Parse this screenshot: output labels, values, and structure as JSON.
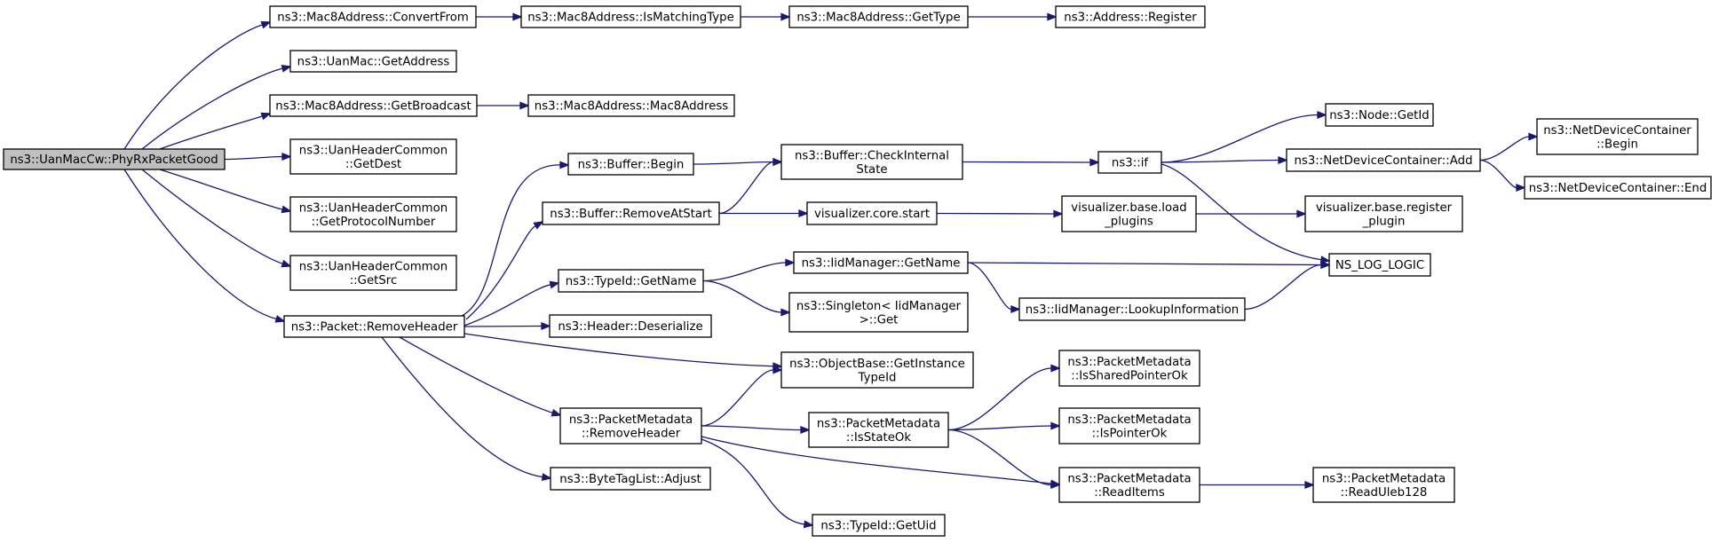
{
  "colors": {
    "edge": "#191970",
    "root_fill": "#bfbfbf",
    "node_fill": "#ffffff",
    "node_stroke": "#000000"
  },
  "nodes": {
    "n0": {
      "lines": [
        "ns3::UanMacCw::PhyRxPacketGood"
      ],
      "root": true
    },
    "n1": {
      "lines": [
        "ns3::Mac8Address::ConvertFrom"
      ]
    },
    "n2": {
      "lines": [
        "ns3::Mac8Address::IsMatchingType"
      ]
    },
    "n3": {
      "lines": [
        "ns3::Mac8Address::GetType"
      ]
    },
    "n4": {
      "lines": [
        "ns3::Address::Register"
      ]
    },
    "n5": {
      "lines": [
        "ns3::UanMac::GetAddress"
      ]
    },
    "n6": {
      "lines": [
        "ns3::Mac8Address::GetBroadcast"
      ]
    },
    "n7": {
      "lines": [
        "ns3::Mac8Address::Mac8Address"
      ]
    },
    "n8": {
      "lines": [
        "ns3::UanHeaderCommon",
        "::GetDest"
      ]
    },
    "n9": {
      "lines": [
        "ns3::UanHeaderCommon",
        "::GetProtocolNumber"
      ]
    },
    "n10": {
      "lines": [
        "ns3::UanHeaderCommon",
        "::GetSrc"
      ]
    },
    "n11": {
      "lines": [
        "ns3::Packet::RemoveHeader"
      ]
    },
    "n12": {
      "lines": [
        "ns3::Buffer::Begin"
      ]
    },
    "n13": {
      "lines": [
        "ns3::Buffer::RemoveAtStart"
      ]
    },
    "n14": {
      "lines": [
        "ns3::TypeId::GetName"
      ]
    },
    "n15": {
      "lines": [
        "ns3::Header::Deserialize"
      ]
    },
    "n16": {
      "lines": [
        "ns3::PacketMetadata",
        "::RemoveHeader"
      ]
    },
    "n17": {
      "lines": [
        "ns3::ByteTagList::Adjust"
      ]
    },
    "n18": {
      "lines": [
        "ns3::Buffer::CheckInternal",
        "State"
      ]
    },
    "n19": {
      "lines": [
        "visualizer.core.start"
      ]
    },
    "n20": {
      "lines": [
        "ns3::IidManager::GetName"
      ]
    },
    "n21": {
      "lines": [
        "ns3::Singleton< IidManager",
        ">::Get"
      ]
    },
    "n22": {
      "lines": [
        "ns3::ObjectBase::GetInstance",
        "TypeId"
      ]
    },
    "n23": {
      "lines": [
        "ns3::PacketMetadata",
        "::IsStateOk"
      ]
    },
    "n24": {
      "lines": [
        "ns3::TypeId::GetUid"
      ]
    },
    "n25": {
      "lines": [
        "ns3::if"
      ]
    },
    "n26": {
      "lines": [
        "visualizer.base.load",
        "_plugins"
      ]
    },
    "n27": {
      "lines": [
        "ns3::IidManager::LookupInformation"
      ]
    },
    "n28": {
      "lines": [
        "ns3::PacketMetadata",
        "::IsSharedPointerOk"
      ]
    },
    "n29": {
      "lines": [
        "ns3::PacketMetadata",
        "::IsPointerOk"
      ]
    },
    "n30": {
      "lines": [
        "ns3::PacketMetadata",
        "::ReadItems"
      ]
    },
    "n31": {
      "lines": [
        "ns3::Node::GetId"
      ]
    },
    "n32": {
      "lines": [
        "ns3::NetDeviceContainer::Add"
      ]
    },
    "n33": {
      "lines": [
        "NS_LOG_LOGIC"
      ]
    },
    "n34": {
      "lines": [
        "visualizer.base.register",
        "_plugin"
      ]
    },
    "n35": {
      "lines": [
        "ns3::PacketMetadata",
        "::ReadUleb128"
      ]
    },
    "n36": {
      "lines": [
        "ns3::NetDeviceContainer",
        "::Begin"
      ]
    },
    "n37": {
      "lines": [
        "ns3::NetDeviceContainer::End"
      ]
    }
  },
  "edges": [
    [
      "n0",
      "n1"
    ],
    [
      "n0",
      "n5"
    ],
    [
      "n0",
      "n6"
    ],
    [
      "n0",
      "n8"
    ],
    [
      "n0",
      "n9"
    ],
    [
      "n0",
      "n10"
    ],
    [
      "n0",
      "n11"
    ],
    [
      "n1",
      "n2"
    ],
    [
      "n2",
      "n3"
    ],
    [
      "n3",
      "n4"
    ],
    [
      "n6",
      "n7"
    ],
    [
      "n11",
      "n12"
    ],
    [
      "n11",
      "n13"
    ],
    [
      "n11",
      "n14"
    ],
    [
      "n11",
      "n15"
    ],
    [
      "n11",
      "n22"
    ],
    [
      "n11",
      "n16"
    ],
    [
      "n11",
      "n17"
    ],
    [
      "n12",
      "n18"
    ],
    [
      "n13",
      "n18"
    ],
    [
      "n13",
      "n19"
    ],
    [
      "n14",
      "n20"
    ],
    [
      "n14",
      "n21"
    ],
    [
      "n16",
      "n22"
    ],
    [
      "n16",
      "n23"
    ],
    [
      "n16",
      "n30"
    ],
    [
      "n16",
      "n24"
    ],
    [
      "n18",
      "n25"
    ],
    [
      "n19",
      "n26"
    ],
    [
      "n26",
      "n34"
    ],
    [
      "n20",
      "n33"
    ],
    [
      "n20",
      "n27"
    ],
    [
      "n27",
      "n33"
    ],
    [
      "n25",
      "n31"
    ],
    [
      "n25",
      "n32"
    ],
    [
      "n25",
      "n33"
    ],
    [
      "n32",
      "n36"
    ],
    [
      "n32",
      "n37"
    ],
    [
      "n23",
      "n28"
    ],
    [
      "n23",
      "n29"
    ],
    [
      "n23",
      "n30"
    ],
    [
      "n30",
      "n35"
    ]
  ]
}
